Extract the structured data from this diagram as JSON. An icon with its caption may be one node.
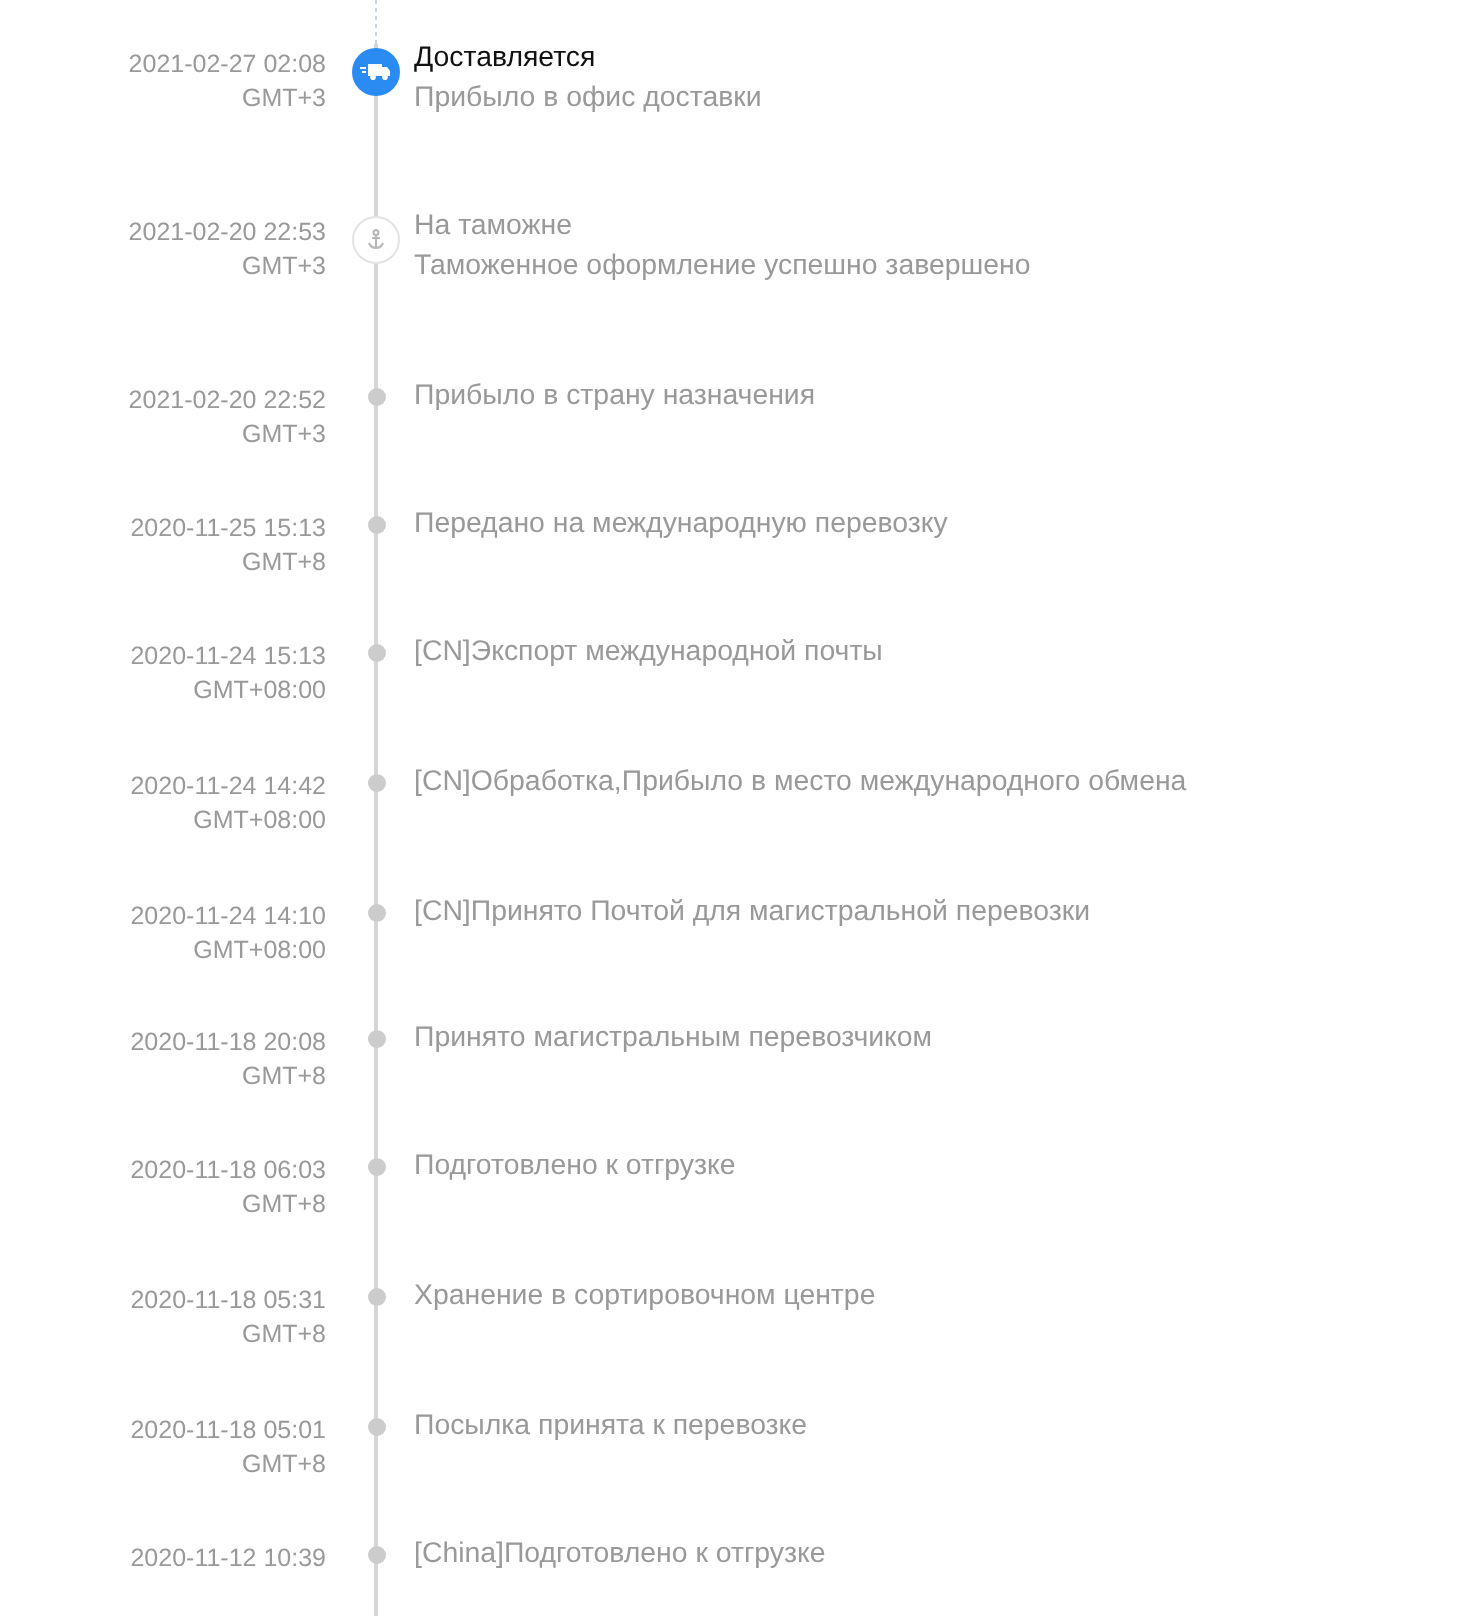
{
  "diagram": {
    "nodes": [
      {
        "text": [],
        "shape": "circle",
        "beside": [
          "2021-02-27 02:08",
          "GMT+3",
          "Доставляется",
          "Прибыло в офис доставки"
        ]
      },
      {
        "text": [],
        "shape": "circle",
        "beside": [
          "2021-02-20 22:53",
          "GMT+3",
          "На таможне",
          "Таможенное оформление успешно завершено"
        ]
      },
      {
        "text": [],
        "shape": "circle",
        "beside": [
          "2021-02-20 22:52",
          "GMT+3",
          "Прибыло в страну назначения"
        ]
      },
      {
        "text": [],
        "shape": "circle",
        "beside": [
          "2020-11-25 15:13",
          "GMT+8",
          "Передано на международную перевозку"
        ]
      },
      {
        "text": [],
        "shape": "circle",
        "beside": [
          "2020-11-24 15:13",
          "GMT+08:00",
          "[CN]Экспорт международной почты"
        ]
      },
      {
        "text": [],
        "shape": "circle",
        "beside": [
          "2020-11-24 14:42",
          "GMT+08:00",
          "[CN]Обработка,Прибыло в место международного обмена"
        ]
      },
      {
        "text": [],
        "shape": "circle",
        "beside": [
          "2020-11-24 14:10",
          "GMT+08:00",
          "[CN]Принято Почтой для магистральной перевозки"
        ]
      },
      {
        "text": [],
        "shape": "circle",
        "beside": [
          "2020-11-18 20:08",
          "GMT+8",
          "Принято магистральным перевозчиком"
        ]
      },
      {
        "text": [],
        "shape": "circle",
        "beside": [
          "2020-11-18 06:03",
          "GMT+8",
          "Подготовлено к отгрузке"
        ]
      },
      {
        "text": [],
        "shape": "circle",
        "beside": [
          "2020-11-18 05:31",
          "GMT+8",
          "Хранение в сортировочном центре"
        ]
      },
      {
        "text": [],
        "shape": "circle",
        "beside": [
          "2020-11-18 05:01",
          "GMT+8",
          "Посылка принята к перевозке"
        ]
      },
      {
        "text": [],
        "shape": "circle",
        "beside": [
          "2020-11-12 10:39",
          "[China]Подготовлено к отгрузке"
        ]
      }
    ]
  }
}
